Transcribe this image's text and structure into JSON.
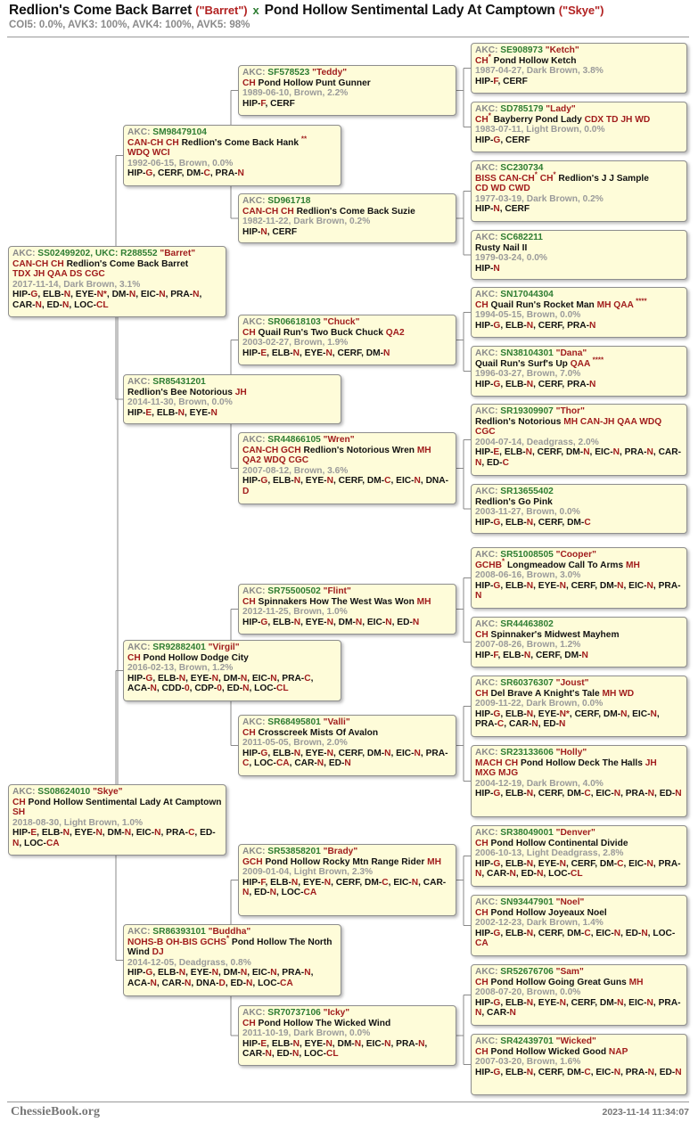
{
  "header": {
    "sire_name": "Redlion's Come Back Barret",
    "sire_call": "(\"Barret\")",
    "x": "x",
    "dam_name": "Pond Hollow Sentimental Lady At Camptown",
    "dam_call": "(\"Skye\")",
    "coi": "COI5: 0.0%, AVK3: 100%, AVK4: 100%, AVK5: 98%"
  },
  "footer": {
    "site": "ChessieBook.org",
    "timestamp": "2023-11-14 11:34:07"
  },
  "dogs": [
    {
      "id": "g1",
      "reg": "SS02499202, UKC: R288552",
      "call": "\"Barret\"",
      "name": [
        {
          "t": "CAN-CH CH",
          "c": "t"
        },
        {
          "t": " Redlion's Come Back Barret"
        },
        {
          "br": true
        },
        {
          "t": "TDX JH QAA DS CGC",
          "c": "t"
        }
      ],
      "birth": "2017-11-14, Dark Brown, 3.1%",
      "health": "HIP-G, ELB-N, EYE-N*, DM-N, EIC-N, PRA-N, CAR-N, ED-N, LOC-CL"
    },
    {
      "id": "g2",
      "reg": "SS08624010",
      "call": "\"Skye\"",
      "name": [
        {
          "t": "CH",
          "c": "t"
        },
        {
          "t": " Pond Hollow Sentimental Lady At Camptown "
        },
        {
          "t": "SH",
          "c": "t"
        }
      ],
      "birth": "2018-08-30, Light Brown, 1.0%",
      "health": "HIP-E, ELB-N, EYE-N, DM-N, EIC-N, PRA-C, ED-N, LOC-CA"
    },
    {
      "id": "p1",
      "reg": "SM98479104",
      "call": "",
      "name": [
        {
          "t": "CAN-CH CH",
          "c": "t"
        },
        {
          "t": " Redlion's Come Back Hank "
        },
        {
          "t": "**",
          "c": "star"
        },
        {
          "br": true
        },
        {
          "t": "WDQ WCI",
          "c": "t"
        }
      ],
      "birth": "1992-06-15, Brown, 0.0%",
      "health": "HIP-G, CERF, DM-C, PRA-N"
    },
    {
      "id": "p2",
      "reg": "SR85431201",
      "call": "",
      "name": [
        {
          "t": "Redlion's Bee Notorious "
        },
        {
          "t": "JH",
          "c": "t"
        }
      ],
      "birth": "2014-11-30, Brown, 0.0%",
      "health": "HIP-E, ELB-N, EYE-N"
    },
    {
      "id": "p3",
      "reg": "SR92882401",
      "call": "\"Virgil\"",
      "name": [
        {
          "t": "CH",
          "c": "t"
        },
        {
          "t": " Pond Hollow Dodge City"
        }
      ],
      "birth": "2016-02-13, Brown, 1.2%",
      "health": "HIP-G, ELB-N, EYE-N, DM-N, EIC-N, PRA-C, ACA-N, CDD-0, CDP-0, ED-N, LOC-CL"
    },
    {
      "id": "p4",
      "reg": "SR86393101",
      "call": "\"Buddha\"",
      "name": [
        {
          "t": "NOHS-B OH-BIS GCHS",
          "c": "t"
        },
        {
          "t": "*",
          "c": "star"
        },
        {
          "t": " Pond Hollow The North Wind "
        },
        {
          "t": "DJ",
          "c": "t"
        }
      ],
      "birth": "2014-12-05, Deadgrass, 0.8%",
      "health": "HIP-G, ELB-N, EYE-N, DM-N, EIC-N, PRA-N, ACA-N, CAR-N, DNA-D, ED-N, LOC-CA"
    },
    {
      "id": "q1",
      "reg": "SF578523",
      "call": "\"Teddy\"",
      "name": [
        {
          "t": "CH",
          "c": "t"
        },
        {
          "t": " Pond Hollow Punt Gunner"
        }
      ],
      "birth": "1989-06-10, Brown, 2.2%",
      "health": "HIP-F, CERF"
    },
    {
      "id": "q2",
      "reg": "SD961718",
      "call": "",
      "name": [
        {
          "t": "CAN-CH CH",
          "c": "t"
        },
        {
          "t": " Redlion's Come Back Suzie"
        }
      ],
      "birth": "1982-11-22, Dark Brown, 0.2%",
      "health": "HIP-N, CERF"
    },
    {
      "id": "q3",
      "reg": "SR06618103",
      "call": "\"Chuck\"",
      "name": [
        {
          "t": "CH",
          "c": "t"
        },
        {
          "t": " Quail Run's Two Buck Chuck "
        },
        {
          "t": "QA2",
          "c": "t"
        }
      ],
      "birth": "2003-02-27, Brown, 1.9%",
      "health": "HIP-E, ELB-N, EYE-N, CERF, DM-N"
    },
    {
      "id": "q4",
      "reg": "SR44866105",
      "call": "\"Wren\"",
      "name": [
        {
          "t": "CAN-CH GCH",
          "c": "t"
        },
        {
          "t": " Redlion's Notorious Wren "
        },
        {
          "t": "MH",
          "c": "t"
        },
        {
          "br": true
        },
        {
          "t": "QA2 WDQ CGC",
          "c": "t"
        }
      ],
      "birth": "2007-08-12, Brown, 3.6%",
      "health": "HIP-G, ELB-N, EYE-N, CERF, DM-C, EIC-N, DNA-D"
    },
    {
      "id": "q5",
      "reg": "SR75500502",
      "call": "\"Flint\"",
      "name": [
        {
          "t": "CH",
          "c": "t"
        },
        {
          "t": " Spinnakers How The West Was Won "
        },
        {
          "t": "MH",
          "c": "t"
        }
      ],
      "birth": "2012-11-25, Brown, 1.0%",
      "health": "HIP-G, ELB-N, EYE-N, DM-N, EIC-N, ED-N"
    },
    {
      "id": "q6",
      "reg": "SR68495801",
      "call": "\"Valli\"",
      "name": [
        {
          "t": "CH",
          "c": "t"
        },
        {
          "t": " Crosscreek Mists Of Avalon"
        }
      ],
      "birth": "2011-05-05, Brown, 2.0%",
      "health": "HIP-G, ELB-N, EYE-N, CERF, DM-N, EIC-N, PRA-C, LOC-CA, CAR-N, ED-N"
    },
    {
      "id": "q7",
      "reg": "SR53858201",
      "call": "\"Brady\"",
      "name": [
        {
          "t": "GCH",
          "c": "t"
        },
        {
          "t": " Pond Hollow Rocky Mtn Range Rider "
        },
        {
          "t": "MH",
          "c": "t"
        }
      ],
      "birth": "2009-01-04, Light Brown, 2.3%",
      "health": "HIP-F, ELB-N, EYE-N, CERF, DM-C, EIC-N, CAR-N, ED-N, LOC-CA"
    },
    {
      "id": "q8",
      "reg": "SR70737106",
      "call": "\"Icky\"",
      "name": [
        {
          "t": "CH",
          "c": "t"
        },
        {
          "t": " Pond Hollow The Wicked Wind"
        }
      ],
      "birth": "2011-10-19, Dark Brown, 0.0%",
      "health": "HIP-E, ELB-N, EYE-N, DM-N, EIC-N, PRA-N, CAR-N, ED-N, LOC-CL"
    },
    {
      "id": "r1",
      "reg": "SE908973",
      "call": "\"Ketch\"",
      "name": [
        {
          "t": "CH",
          "c": "t"
        },
        {
          "t": "*",
          "c": "star"
        },
        {
          "t": " Pond Hollow Ketch"
        }
      ],
      "birth": "1987-04-27, Dark Brown, 3.8%",
      "health": "HIP-F, CERF"
    },
    {
      "id": "r2",
      "reg": "SD785179",
      "call": "\"Lady\"",
      "name": [
        {
          "t": "CH",
          "c": "t"
        },
        {
          "t": "*",
          "c": "star"
        },
        {
          "t": " Bayberry Pond Lady "
        },
        {
          "t": "CDX TD JH WD",
          "c": "t"
        }
      ],
      "birth": "1983-07-11, Light Brown, 0.0%",
      "health": "HIP-G, CERF"
    },
    {
      "id": "r3",
      "reg": "SC230734",
      "call": "",
      "name": [
        {
          "t": "BISS CAN-CH",
          "c": "t"
        },
        {
          "t": "*",
          "c": "star"
        },
        {
          "t": " CH",
          "c": "t"
        },
        {
          "t": "*",
          "c": "star"
        },
        {
          "t": " Redlion's J J Sample"
        },
        {
          "br": true
        },
        {
          "t": "CD WD CWD",
          "c": "t"
        }
      ],
      "birth": "1977-03-19, Dark Brown, 0.2%",
      "health": "HIP-N, CERF"
    },
    {
      "id": "r4",
      "reg": "SC682211",
      "call": "",
      "name": [
        {
          "t": "Rusty Nail II"
        }
      ],
      "birth": "1979-03-24, 0.0%",
      "health": "HIP-N"
    },
    {
      "id": "r5",
      "reg": "SN17044304",
      "call": "",
      "name": [
        {
          "t": "CH",
          "c": "t"
        },
        {
          "t": " Quail Run's Rocket Man "
        },
        {
          "t": "MH QAA",
          "c": "t"
        },
        {
          "t": " ****",
          "c": "star"
        }
      ],
      "birth": "1994-05-15, Brown, 0.0%",
      "health": "HIP-G, ELB-N, CERF, PRA-N"
    },
    {
      "id": "r6",
      "reg": "SN38104301",
      "call": "\"Dana\"",
      "name": [
        {
          "t": "Quail Run's Surf's Up "
        },
        {
          "t": "QAA",
          "c": "t"
        },
        {
          "t": " ****",
          "c": "star"
        }
      ],
      "birth": "1996-03-27, Brown, 7.0%",
      "health": "HIP-G, ELB-N, CERF, PRA-N"
    },
    {
      "id": "r7",
      "reg": "SR19309907",
      "call": "\"Thor\"",
      "name": [
        {
          "t": "Redlion's Notorious "
        },
        {
          "t": "MH CAN-JH QAA WDQ",
          "c": "t"
        },
        {
          "br": true
        },
        {
          "t": "CGC",
          "c": "t"
        }
      ],
      "birth": "2004-07-14, Deadgrass, 2.0%",
      "health": "HIP-E, ELB-N, CERF, DM-N, EIC-N, PRA-N, CAR-N, ED-C"
    },
    {
      "id": "r8",
      "reg": "SR13655402",
      "call": "",
      "name": [
        {
          "t": "Redlion's  Go Pink"
        }
      ],
      "birth": "2003-11-27, Brown, 0.0%",
      "health": "HIP-G, ELB-N, CERF, DM-C"
    },
    {
      "id": "r9",
      "reg": "SR51008505",
      "call": "\"Cooper\"",
      "name": [
        {
          "t": "GCHB",
          "c": "t"
        },
        {
          "t": "*",
          "c": "star"
        },
        {
          "t": " Longmeadow Call To Arms "
        },
        {
          "t": "MH",
          "c": "t"
        }
      ],
      "birth": "2008-06-16, Brown, 3.0%",
      "health": "HIP-G, ELB-N, EYE-N, CERF, DM-N, EIC-N, PRA-N"
    },
    {
      "id": "r10",
      "reg": "SR44463802",
      "call": "",
      "name": [
        {
          "t": "CH",
          "c": "t"
        },
        {
          "t": " Spinnaker's Midwest Mayhem"
        }
      ],
      "birth": "2007-08-26, Brown, 1.2%",
      "health": "HIP-F, ELB-N, CERF, DM-N"
    },
    {
      "id": "r11",
      "reg": "SR60376307",
      "call": "\"Joust\"",
      "name": [
        {
          "t": "CH",
          "c": "t"
        },
        {
          "t": " Del Brave A Knight's Tale "
        },
        {
          "t": "MH WD",
          "c": "t"
        }
      ],
      "birth": "2009-11-22, Dark Brown, 0.0%",
      "health": "HIP-G, ELB-N, EYE-N*, CERF, DM-N, EIC-N, PRA-C, CAR-N, ED-N"
    },
    {
      "id": "r12",
      "reg": "SR23133606",
      "call": "\"Holly\"",
      "name": [
        {
          "t": "MACH CH",
          "c": "t"
        },
        {
          "t": " Pond Hollow Deck The Halls "
        },
        {
          "t": "JH",
          "c": "t"
        },
        {
          "br": true
        },
        {
          "t": "MXG MJG",
          "c": "t"
        }
      ],
      "birth": "2004-12-19, Dark Brown, 4.0%",
      "health": "HIP-G, ELB-N, CERF, DM-C, EIC-N, PRA-N, ED-N"
    },
    {
      "id": "r13",
      "reg": "SR38049001",
      "call": "\"Denver\"",
      "name": [
        {
          "t": "CH",
          "c": "t"
        },
        {
          "t": " Pond Hollow Continental Divide"
        }
      ],
      "birth": "2006-10-13, Light Deadgrass, 2.8%",
      "health": "HIP-G, ELB-N, EYE-N, CERF, DM-C, EIC-N, PRA-N, CAR-N, ED-N, LOC-CL"
    },
    {
      "id": "r14",
      "reg": "SN93447901",
      "call": "\"Noel\"",
      "name": [
        {
          "t": "CH",
          "c": "t"
        },
        {
          "t": " Pond Hollow Joyeaux Noel"
        }
      ],
      "birth": "2002-12-23, Dark Brown, 1.4%",
      "health": "HIP-G, ELB-N, CERF, DM-C, EIC-N, ED-N, LOC-CA"
    },
    {
      "id": "r15",
      "reg": "SR52676706",
      "call": "\"Sam\"",
      "name": [
        {
          "t": "CH",
          "c": "t"
        },
        {
          "t": " Pond Hollow Going Great Guns "
        },
        {
          "t": "MH",
          "c": "t"
        }
      ],
      "birth": "2008-07-20, Brown, 0.0%",
      "health": "HIP-G, ELB-N, EYE-N, CERF, DM-N, EIC-N, PRA-N, CAR-N"
    },
    {
      "id": "r16",
      "reg": "SR42439701",
      "call": "\"Wicked\"",
      "name": [
        {
          "t": "CH",
          "c": "t"
        },
        {
          "t": " Pond Hollow Wicked Good "
        },
        {
          "t": "NAP",
          "c": "t"
        }
      ],
      "birth": "2007-03-20, Brown, 1.6%",
      "health": "HIP-G, ELB-N, CERF, DM-C, EIC-N, PRA-N, ED-N"
    }
  ]
}
